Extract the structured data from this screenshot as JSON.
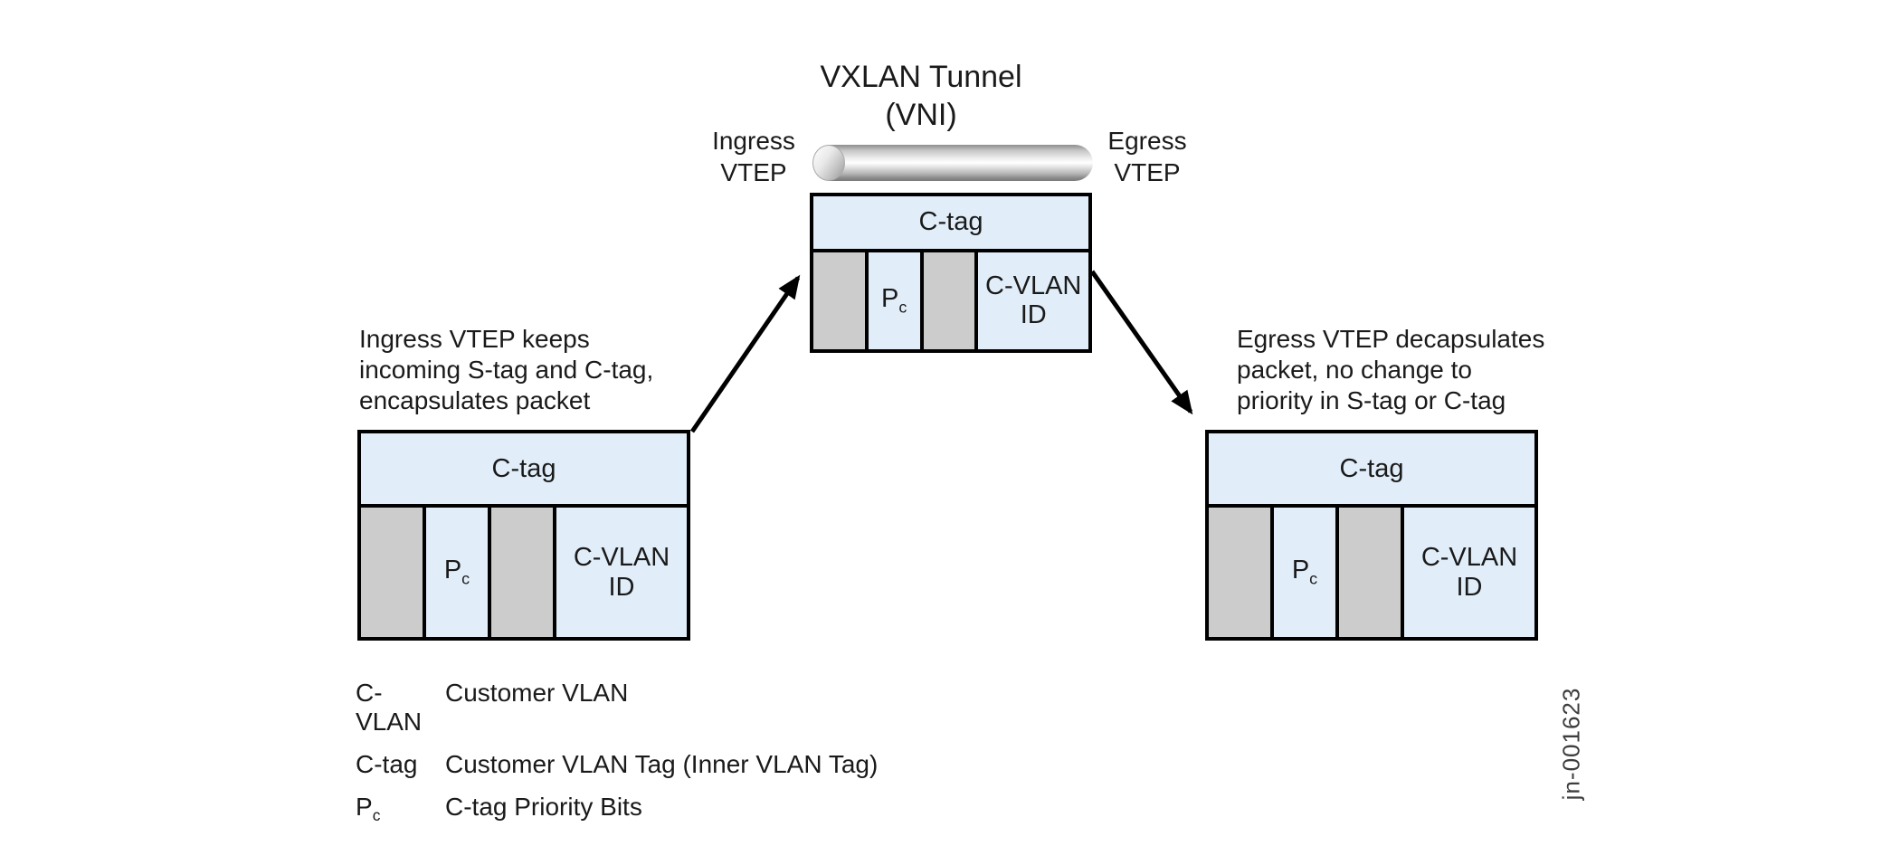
{
  "title": {
    "line1": "VXLAN Tunnel",
    "line2": "(VNI)"
  },
  "tunnel": {
    "ingress_label": [
      "Ingress",
      "VTEP"
    ],
    "egress_label": [
      "Egress",
      "VTEP"
    ]
  },
  "packets": {
    "tunnel": {
      "header": "C-tag",
      "p_base": "P",
      "p_sub": "c",
      "cvlan": [
        "C-VLAN",
        "ID"
      ]
    },
    "ingress": {
      "header": "C-tag",
      "p_base": "P",
      "p_sub": "c",
      "cvlan": [
        "C-VLAN",
        "ID"
      ]
    },
    "egress": {
      "header": "C-tag",
      "p_base": "P",
      "p_sub": "c",
      "cvlan": [
        "C-VLAN",
        "ID"
      ]
    }
  },
  "annotations": {
    "ingress": {
      "lines": [
        "Ingress VTEP keeps",
        "incoming S-tag and C-tag,",
        "encapsulates packet"
      ]
    },
    "egress": {
      "lines": [
        "Egress VTEP decapsulates",
        "packet, no change to",
        "priority in S-tag or C-tag"
      ]
    }
  },
  "legend": {
    "items": [
      {
        "term": "C-VLAN",
        "definition": "Customer VLAN"
      },
      {
        "term": "C-tag",
        "definition": "Customer VLAN Tag (Inner VLAN Tag)"
      },
      {
        "term": "P",
        "term_sub": "c",
        "definition": "C-tag Priority Bits"
      }
    ]
  },
  "watermark": "jn-001623",
  "colors": {
    "cell_blue": "#e1eefa",
    "cell_gray": "#cccccc",
    "border": "#000000",
    "text": "#1a1a1a",
    "watermark": "#3d3d3d"
  }
}
